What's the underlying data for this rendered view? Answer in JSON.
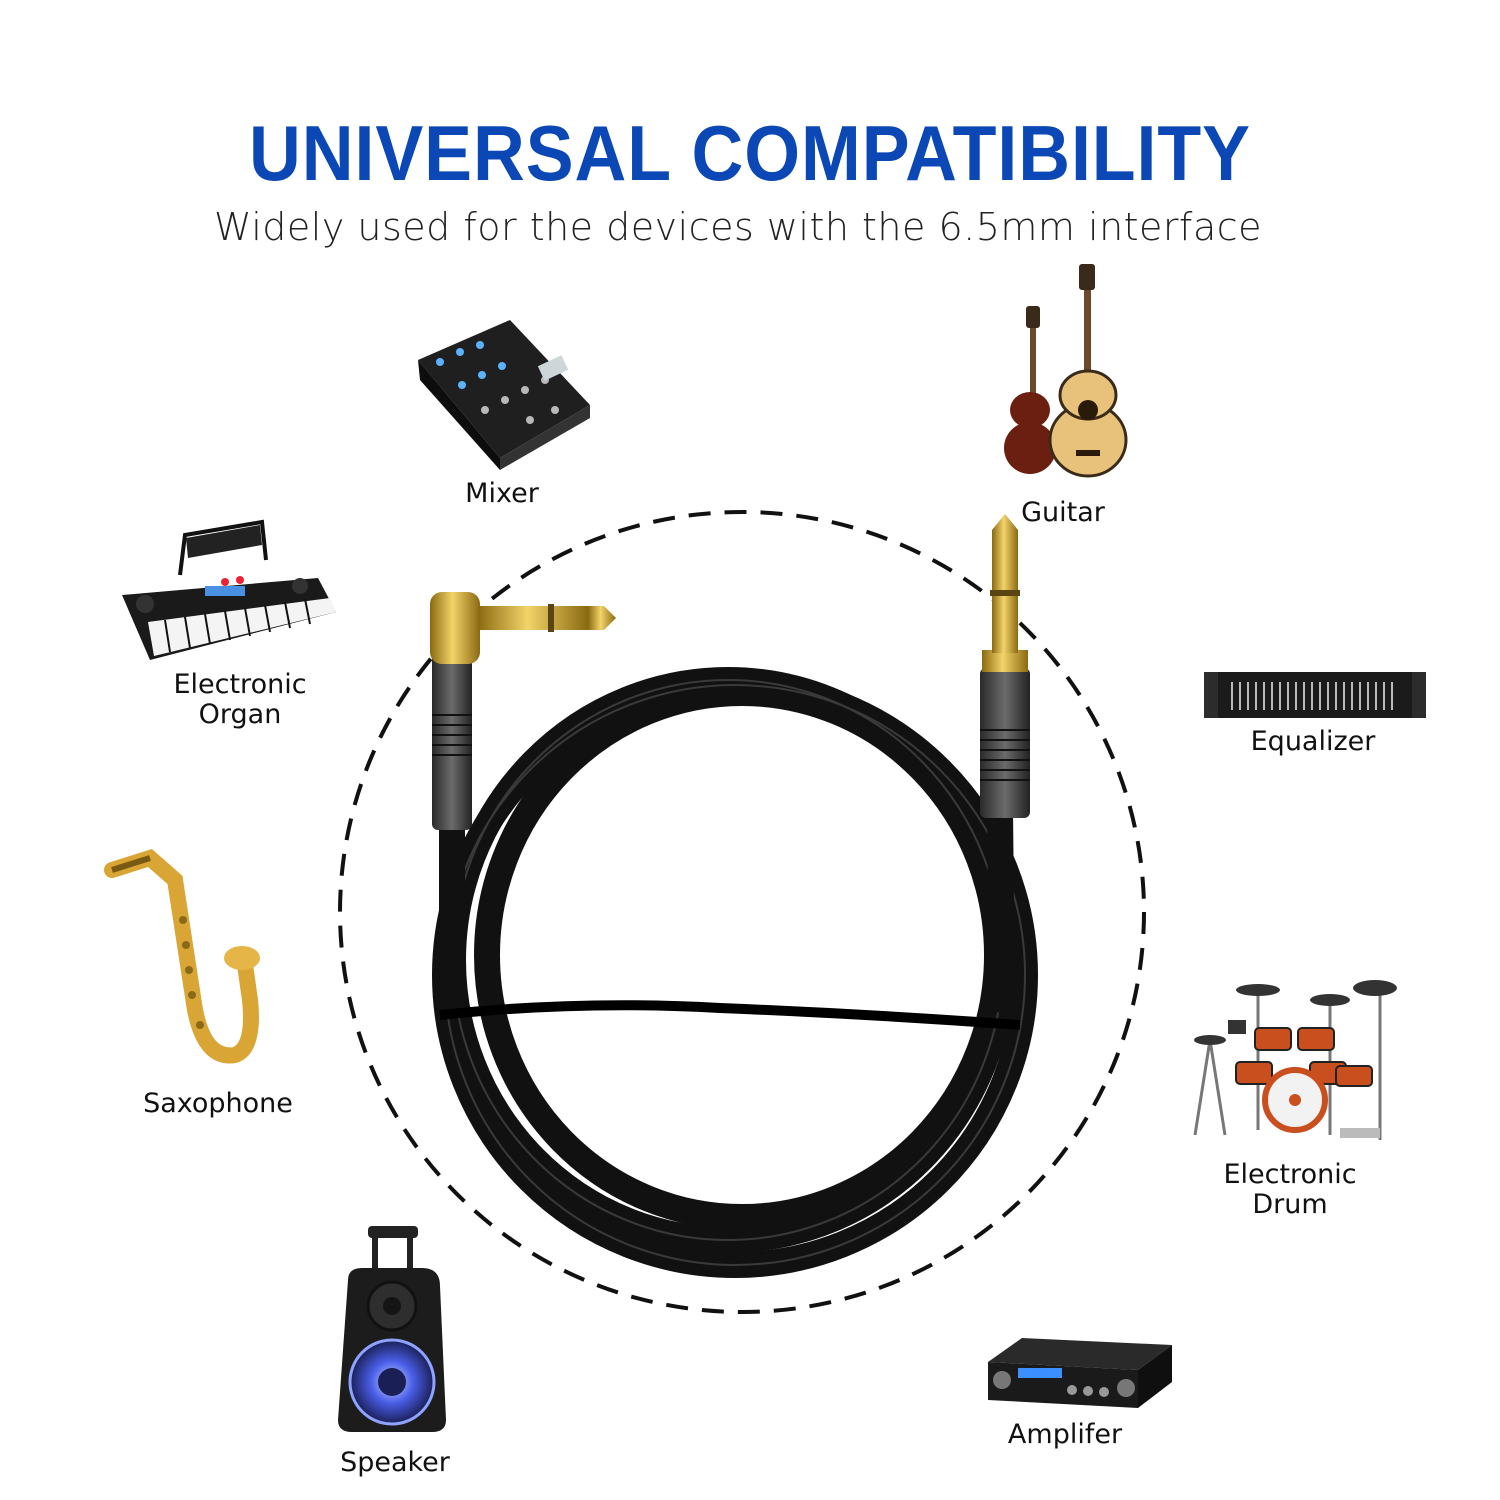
{
  "header": {
    "title": "UNIVERSAL COMPATIBILITY",
    "subtitle": "Widely used for the devices with the 6.5mm interface"
  },
  "devices": {
    "mixer": "Mixer",
    "guitar": "Guitar",
    "organ": "Electronic\nOrgan",
    "equalizer": "Equalizer",
    "saxophone": "Saxophone",
    "drum": "Electronic\nDrum",
    "speaker": "Speaker",
    "amplifier": "Amplifer"
  },
  "colors": {
    "title": "#0b47b5",
    "cable": "#111111",
    "gold": "#c9a227"
  }
}
